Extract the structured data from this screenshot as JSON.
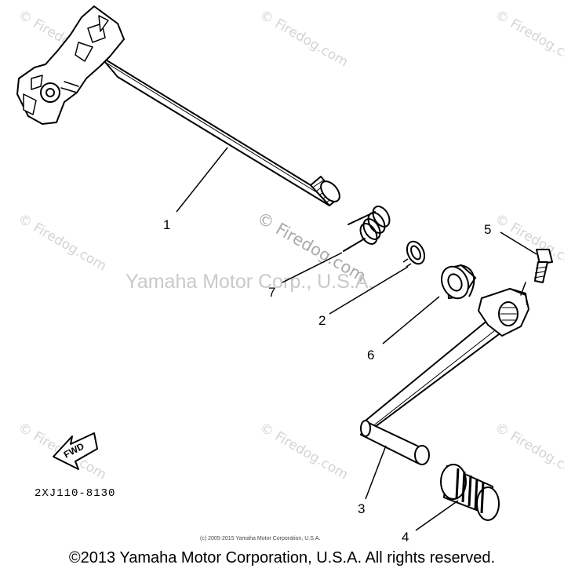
{
  "watermark": {
    "site": "© Firedog.com",
    "brand": "Yamaha Motor Corp., U.S.A."
  },
  "callouts": [
    "1",
    "2",
    "3",
    "4",
    "5",
    "6",
    "7"
  ],
  "fwd_label": "FWD",
  "part_code": "2XJ110-8130",
  "small_copyright": "(c) 2005-2015 Yamaha Motor Corporation, U.S.A.",
  "copyright": "©2013 Yamaha Motor Corporation, U.S.A. All rights reserved."
}
